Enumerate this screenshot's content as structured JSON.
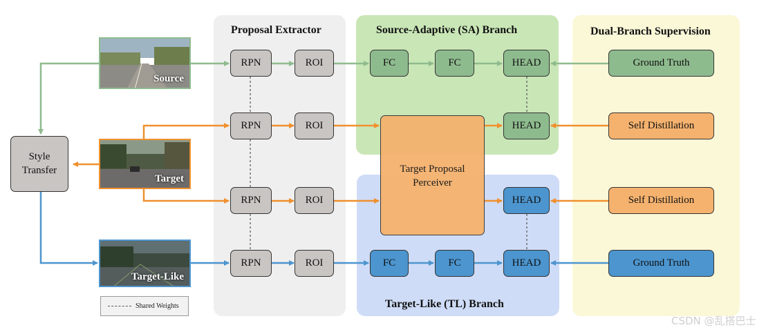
{
  "panels": {
    "proposal_extractor": "Proposal Extractor",
    "sa_branch": "Source-Adaptive (SA)  Branch",
    "tl_branch": "Target-Like (TL)  Branch",
    "supervision": "Dual-Branch Supervision"
  },
  "inputs": {
    "source": "Source",
    "target": "Target",
    "target_like": "Target-Like"
  },
  "style_transfer": "Style\nTransfer",
  "blocks": {
    "rpn": "RPN",
    "roi": "ROI",
    "fc": "FC",
    "head": "HEAD",
    "perceiver": "Target Proposal\nPerceiver"
  },
  "supervision_boxes": {
    "ground_truth": "Ground Truth",
    "self_distillation": "Self Distillation"
  },
  "legend": "Shared Weights",
  "watermark": "CSDN @乱搭巴士",
  "colors": {
    "source_green": "#8ebb8e",
    "target_orange": "#f0902e",
    "target_like_blue": "#4c95cf",
    "sa_panel": "#c9e6b6",
    "tl_panel": "#cfdcf7",
    "supervision_panel": "#fbf8d8",
    "extractor_panel": "#efefef"
  }
}
